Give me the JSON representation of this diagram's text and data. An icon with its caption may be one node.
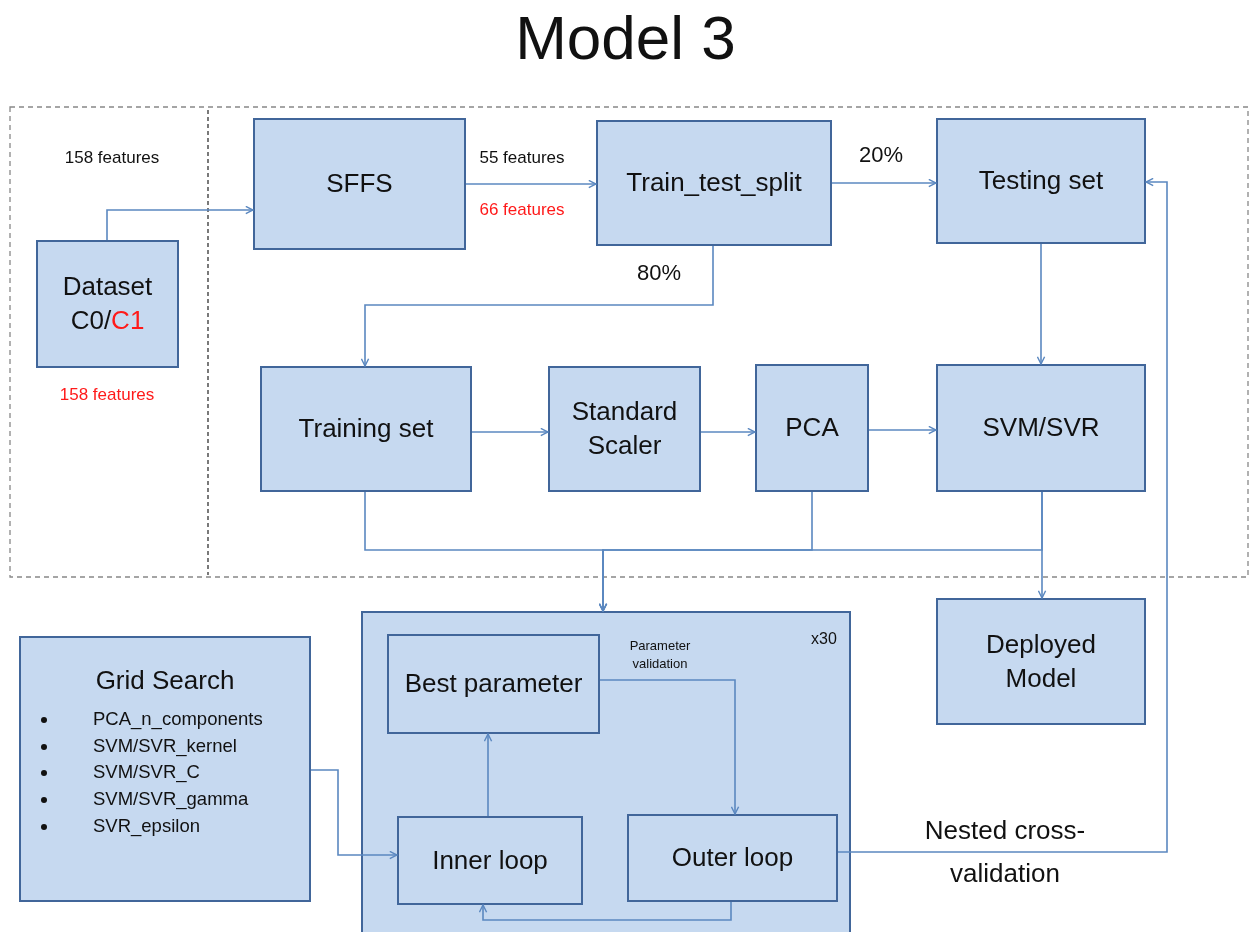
{
  "diagram": {
    "title": "Model 3",
    "nodes": [
      {
        "text": [
          "Dataset",
          "C0/",
          "C1"
        ],
        "beside": [
          "158 features"
        ]
      },
      {
        "text": [
          "SFFS"
        ]
      },
      {
        "text": [
          "Train_test_split"
        ]
      },
      {
        "text": [
          "Testing set"
        ]
      },
      {
        "text": [
          "Training set"
        ]
      },
      {
        "text": [
          "Standard Scaler"
        ]
      },
      {
        "text": [
          "PCA"
        ]
      },
      {
        "text": [
          "SVM/SVR"
        ]
      },
      {
        "text": [
          "Deployed Model"
        ]
      },
      {
        "text": [
          "Grid Search",
          "PCA_n_components",
          "SVM/SVR_kernel",
          "SVM/SVR_C",
          "SVM/SVR_gamma",
          "SVR_epsilon"
        ]
      },
      {
        "text": [
          "x30"
        ]
      },
      {
        "text": [
          "Best parameter"
        ],
        "in": 10
      },
      {
        "text": [
          "Inner loop"
        ],
        "in": 10
      },
      {
        "text": [
          "Outer loop"
        ],
        "in": 10
      }
    ],
    "edges": [
      {
        "from": 0,
        "to": 1,
        "arrow": "to",
        "label": "158 features"
      },
      {
        "from": 1,
        "to": 2,
        "arrow": "to",
        "label": "55 features"
      },
      {
        "from": 2,
        "to": 3,
        "arrow": "to",
        "label": "20%"
      },
      {
        "from": 2,
        "to": 4,
        "arrow": "to",
        "label": "80%"
      },
      {
        "from": 4,
        "to": 5,
        "arrow": "to"
      },
      {
        "from": 5,
        "to": 6,
        "arrow": "to"
      },
      {
        "from": 6,
        "to": 7,
        "arrow": "to"
      },
      {
        "from": 3,
        "to": 7,
        "arrow": "to"
      },
      {
        "from": 4,
        "to": 10,
        "arrow": "to"
      },
      {
        "from": 6,
        "to": 10,
        "arrow": "to"
      },
      {
        "from": 7,
        "to": 10,
        "arrow": "to"
      },
      {
        "from": 7,
        "to": 8,
        "arrow": "to"
      },
      {
        "from": 9,
        "to": 12,
        "arrow": "to"
      },
      {
        "from": 12,
        "to": 11,
        "arrow": "to"
      },
      {
        "from": 11,
        "to": 13,
        "arrow": "to",
        "label": "Parameter validation"
      },
      {
        "from": 13,
        "to": 12,
        "arrow": "to"
      },
      {
        "from": 13,
        "to": 3,
        "arrow": "to",
        "label": "Nested cross-validation"
      }
    ],
    "labels": [
      "66 features"
    ]
  }
}
